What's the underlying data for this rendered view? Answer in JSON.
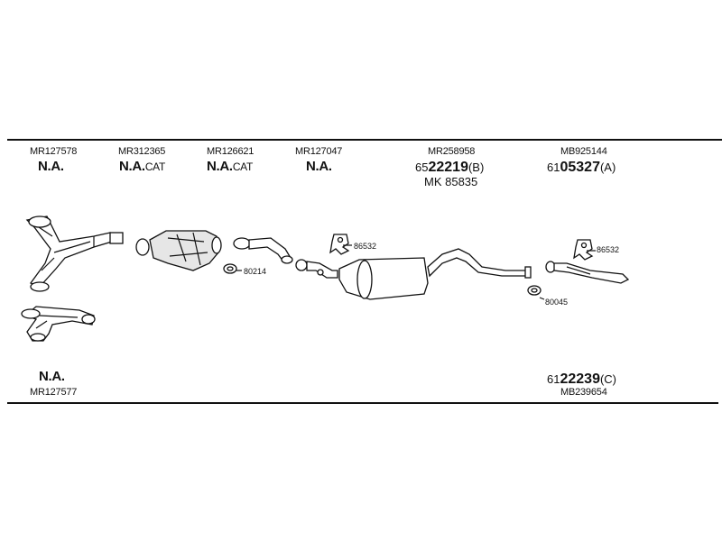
{
  "columns": [
    {
      "id": "c1",
      "part_number": "MR127578",
      "status": "N.A.",
      "suffix": ""
    },
    {
      "id": "c2",
      "part_number": "MR312365",
      "status": "N.A.",
      "suffix": "CAT"
    },
    {
      "id": "c3",
      "part_number": "MR126621",
      "status": "N.A.",
      "suffix": "CAT"
    },
    {
      "id": "c4",
      "part_number": "MR127047",
      "status": "N.A.",
      "suffix": ""
    },
    {
      "id": "c5",
      "part_number": "MR258958",
      "code_prefix": "65",
      "code_main": "22219",
      "code_variant": "(B)",
      "extra": "MK 85835"
    },
    {
      "id": "c6",
      "part_number": "MB925144",
      "code_prefix": "61",
      "code_main": "05327",
      "code_variant": "(A)"
    }
  ],
  "bottom": {
    "left": {
      "status": "N.A.",
      "part_number": "MR127577"
    },
    "right": {
      "code_prefix": "61",
      "code_main": "22239",
      "code_variant": "(C)",
      "part_number": "MB239654"
    }
  },
  "accessories": {
    "hanger1": "86532",
    "gasket1": "80214",
    "gasket2": "80045",
    "hanger2": "86532"
  }
}
